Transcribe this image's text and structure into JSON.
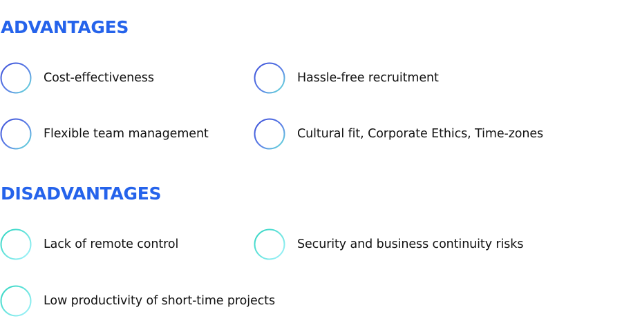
{
  "advantages": {
    "title": "ADVANTAGES",
    "items": [
      {
        "label": "Cost-effectiveness",
        "icon": "plus-circle-icon"
      },
      {
        "label": "Hassle-free recruitment",
        "icon": "plus-circle-icon"
      },
      {
        "label": "Flexible team management",
        "icon": "plus-circle-icon"
      },
      {
        "label": "Cultural fit, Corporate Ethics, Time-zones",
        "icon": "plus-circle-icon"
      }
    ]
  },
  "disadvantages": {
    "title": "DISADVANTAGES",
    "items": [
      {
        "label": "Lack of remote control",
        "icon": "minus-circle-icon"
      },
      {
        "label": "Security and business continuity risks",
        "icon": "minus-circle-icon"
      },
      {
        "label": "Low productivity of short-time projects",
        "icon": "minus-circle-icon"
      }
    ]
  },
  "colors": {
    "heading": "#2563eb",
    "plus_gradient_start": "#3b5bdb",
    "plus_gradient_end": "#5eead4",
    "minus_gradient_start": "#5eead4",
    "minus_gradient_end": "#a5f3fc",
    "text": "#111111"
  }
}
